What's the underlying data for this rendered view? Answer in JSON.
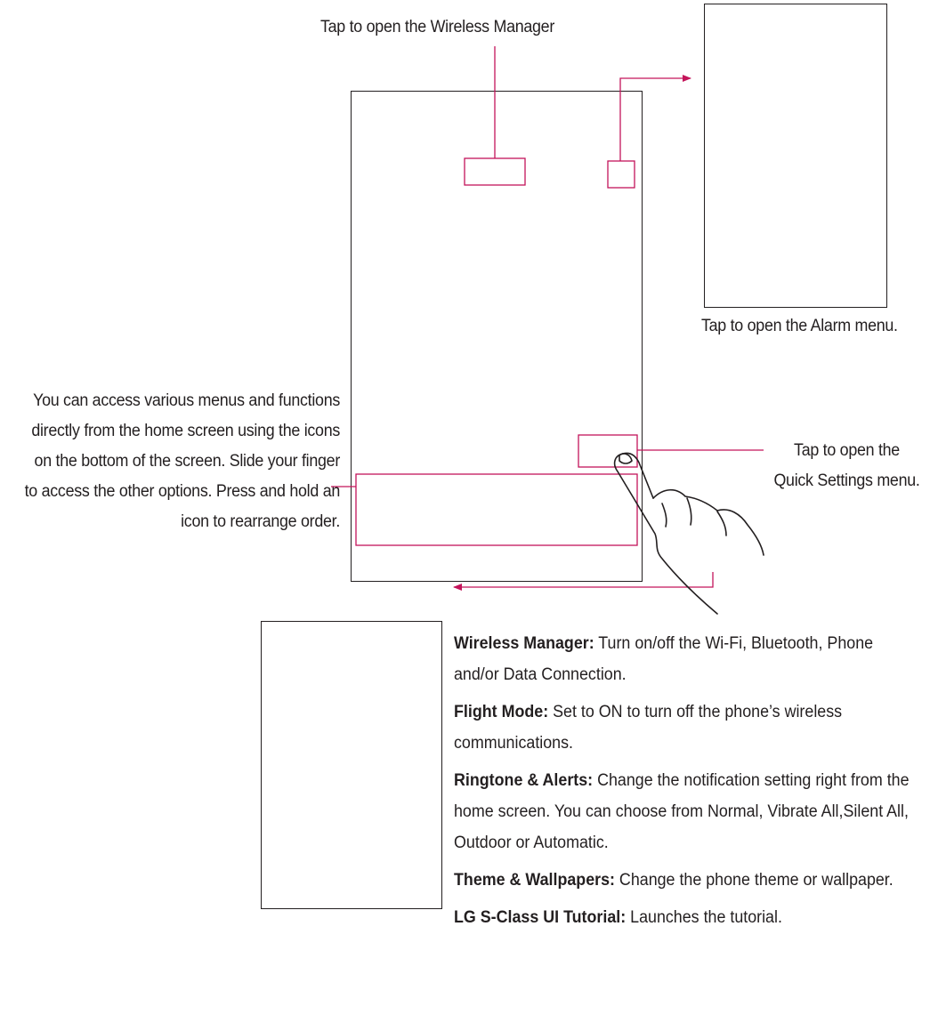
{
  "callouts": {
    "wireless_manager": "Tap to open the Wireless Manager",
    "alarm": "Tap to open the Alarm menu.",
    "home_icons": "You can access various menus and functions directly from the home screen using the icons on the bottom of the screen. Slide your finger to access the other options. Press and hold an icon to rearrange order.",
    "quick_settings": "Tap to open the Quick Settings menu."
  },
  "features": [
    {
      "name": "Wireless Manager:",
      "desc": " Turn on/off the Wi-Fi, Bluetooth, Phone and/or Data Connection."
    },
    {
      "name": "Flight Mode:",
      "desc": " Set to ON to turn off the phone’s wireless communications."
    },
    {
      "name": "Ringtone & Alerts:",
      "desc": " Change the notification setting right from the home screen. You can choose from Normal, Vibrate All,Silent All, Outdoor or Automatic."
    },
    {
      "name": "Theme & Wallpapers:",
      "desc": " Change the phone theme or wallpaper."
    },
    {
      "name": "LG S-Class UI Tutorial:",
      "desc": " Launches the tutorial."
    }
  ],
  "colors": {
    "highlight": "#c4145a",
    "outline": "#231f20"
  }
}
